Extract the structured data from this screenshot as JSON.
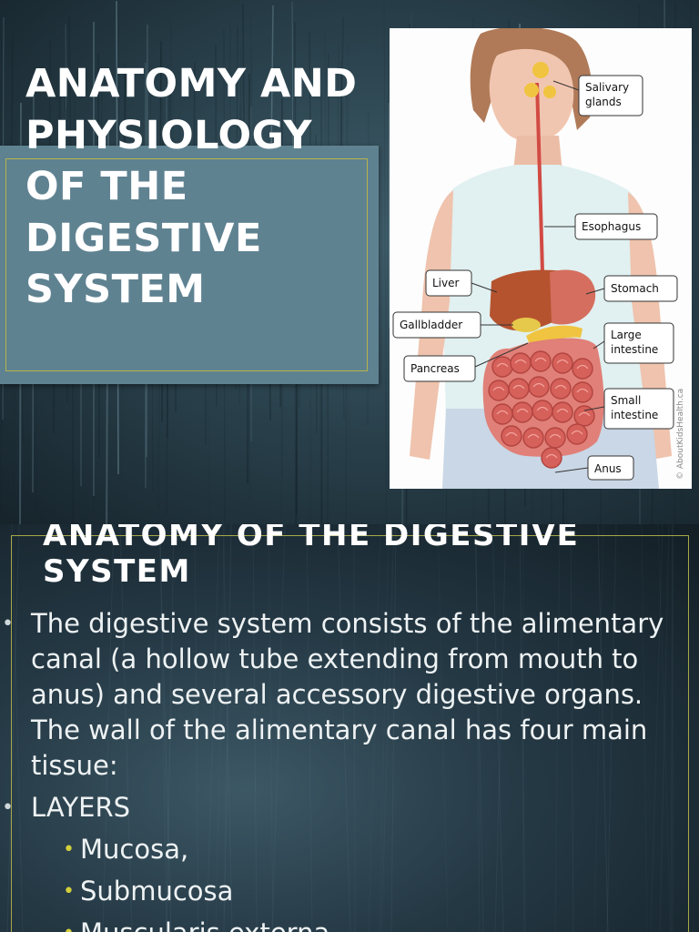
{
  "slide1": {
    "title": "ANATOMY AND PHYSIOLOGY OF THE DIGESTIVE SYSTEM",
    "illustration": {
      "labels": {
        "salivary": "Salivary glands",
        "esophagus": "Esophagus",
        "liver": "Liver",
        "stomach": "Stomach",
        "gallbladder": "Gallbladder",
        "large": "Large intestine",
        "pancreas": "Pancreas",
        "small": "Small intestine",
        "anus": "Anus"
      },
      "credit": "© AboutKidsHealth.ca"
    }
  },
  "slide2": {
    "heading": "ANATOMY OF THE DIGESTIVE SYSTEM",
    "bullets": [
      "The digestive system consists of the alimentary canal (a hollow tube extending from mouth to anus) and several accessory digestive organs. The wall of the alimentary canal has four main tissue:",
      "LAYERS"
    ],
    "sub_bullets": [
      "Mucosa,",
      "Submucosa",
      "Muscularis externa"
    ]
  },
  "colors": {
    "title_band": "#5f8291",
    "frame_line": "#b6b34a",
    "sub_bullet": "#d2cf3b",
    "intestine": "#d6605a",
    "liver": "#b5532f",
    "gland": "#f0c440"
  }
}
